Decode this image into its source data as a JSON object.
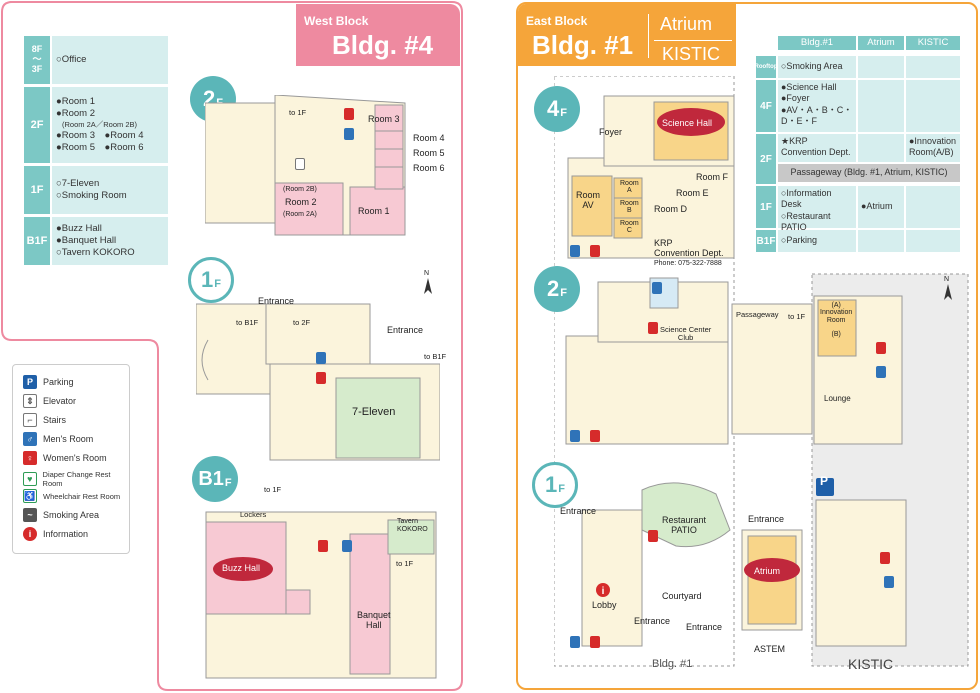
{
  "west": {
    "block_label": "West Block",
    "building": "Bldg. #4",
    "directory": [
      {
        "floor": "8F\n〜\n3F",
        "lines": [
          "○Office"
        ]
      },
      {
        "floor": "2F",
        "lines": [
          "●Room 1",
          "●Room 2",
          "(Room 2A／Room 2B)",
          "●Room 3　●Room 4",
          "●Room 5　●Room 6"
        ]
      },
      {
        "floor": "1F",
        "lines": [
          "○7-Eleven",
          "○Smoking Room"
        ]
      },
      {
        "floor": "B1F",
        "lines": [
          "●Buzz Hall",
          "●Banquet Hall",
          "○Tavern KOKORO"
        ]
      }
    ],
    "legend": [
      {
        "icon": "parking-icon",
        "label": "Parking",
        "color": "#1f5fa8"
      },
      {
        "icon": "elevator-icon",
        "label": "Elevator",
        "color": "#888888"
      },
      {
        "icon": "stairs-icon",
        "label": "Stairs",
        "color": "#888888"
      },
      {
        "icon": "mens-room-icon",
        "label": "Men's Room",
        "color": "#2f73b8"
      },
      {
        "icon": "womens-room-icon",
        "label": "Women's Room",
        "color": "#d62b2b"
      },
      {
        "icon": "diaper-change-icon",
        "label": "Diaper Change Rest Room",
        "color": "#2e9c55"
      },
      {
        "icon": "wheelchair-icon",
        "label": "Wheelchair Rest Room",
        "color": "#2e9c55"
      },
      {
        "icon": "smoking-icon",
        "label": "Smoking Area",
        "color": "#555555"
      },
      {
        "icon": "information-icon",
        "label": "Information",
        "color": "#d62b2b"
      }
    ],
    "floor2": {
      "badge": "2",
      "badge_sub": "F",
      "to1f": "to 1F",
      "room3": "Room 3",
      "room4": "Room 4",
      "room5": "Room 5",
      "room6": "Room 6",
      "room2b": "(Room 2B)",
      "room2": "Room 2",
      "room2a": "(Room 2A)",
      "room1": "Room 1"
    },
    "floor1": {
      "badge": "1",
      "badge_sub": "F",
      "entrance_top": "Entrance",
      "to_b1f_left": "to B1F",
      "to_2f": "to 2F",
      "entrance_right": "Entrance",
      "to_b1f_right": "to B1F",
      "seven_eleven": "7-Eleven",
      "north": "N"
    },
    "floorb1": {
      "badge": "B1",
      "badge_sub": "F",
      "to1f_top": "to 1F",
      "lockers": "Lockers",
      "tavern": "Tavern\nKOKORO",
      "buzz_hall": "Buzz Hall",
      "to1f_right": "to 1F",
      "banquet": "Banquet\nHall"
    }
  },
  "east": {
    "block_label": "East Block",
    "building": "Bldg. #1",
    "atrium": "Atrium",
    "kistic": "KISTIC",
    "table_headers": [
      "Bldg.#1",
      "Atrium",
      "KISTIC"
    ],
    "rows": [
      {
        "floor": "Rooftop",
        "bldg1": "○Smoking Area",
        "atrium": "",
        "kistic": ""
      },
      {
        "floor": "4F",
        "bldg1": "●Science Hall\n●Foyer\n●AV・A・B・C・\n  D・E・F",
        "atrium": "",
        "kistic": ""
      },
      {
        "floor": "2F",
        "bldg1": "★KRP\n  Convention Dept.",
        "atrium": "",
        "kistic": "●Innovation\n  Room(A/B)"
      },
      {
        "floor": "1F",
        "bldg1": "○Information Desk\n○Restaurant PATIO\n○Smoking Area",
        "atrium": "●Atrium",
        "kistic": ""
      },
      {
        "floor": "B1F",
        "bldg1": "○Parking",
        "atrium": "",
        "kistic": ""
      }
    ],
    "passageway": "Passageway (Bldg. #1, Atrium, KISTIC)",
    "floor4": {
      "badge": "4",
      "badge_sub": "F",
      "foyer": "Foyer",
      "science_hall": "Science Hall",
      "room_av": "Room\nAV",
      "room_a": "Room\nA",
      "room_b": "Room\nB",
      "room_c": "Room\nC",
      "room_d": "Room D",
      "room_e": "Room E",
      "room_f": "Room F",
      "krp": "KRP\nConvention Dept.",
      "phone": "Phone: 075-322-7888"
    },
    "floor2": {
      "badge": "2",
      "badge_sub": "F",
      "passageway": "Passageway",
      "to1f": "to 1F",
      "sci_club": "Science Center\nClub",
      "innov_a": "(A)\nInnovation\nRoom\n\n(B)",
      "lounge": "Lounge",
      "north": "N"
    },
    "floor1": {
      "badge": "1",
      "badge_sub": "F",
      "entrance_left": "Entrance",
      "restaurant": "Restaurant\nPATIO",
      "entrance_top": "Entrance",
      "atrium": "Atrium",
      "lobby": "Lobby",
      "courtyard": "Courtyard",
      "entrance_bottom": "Entrance",
      "entrance_bottom2": "Entrance",
      "astem": "ASTEM",
      "bldg1_label": "Bldg. #1",
      "kistic_label": "KISTIC"
    }
  }
}
